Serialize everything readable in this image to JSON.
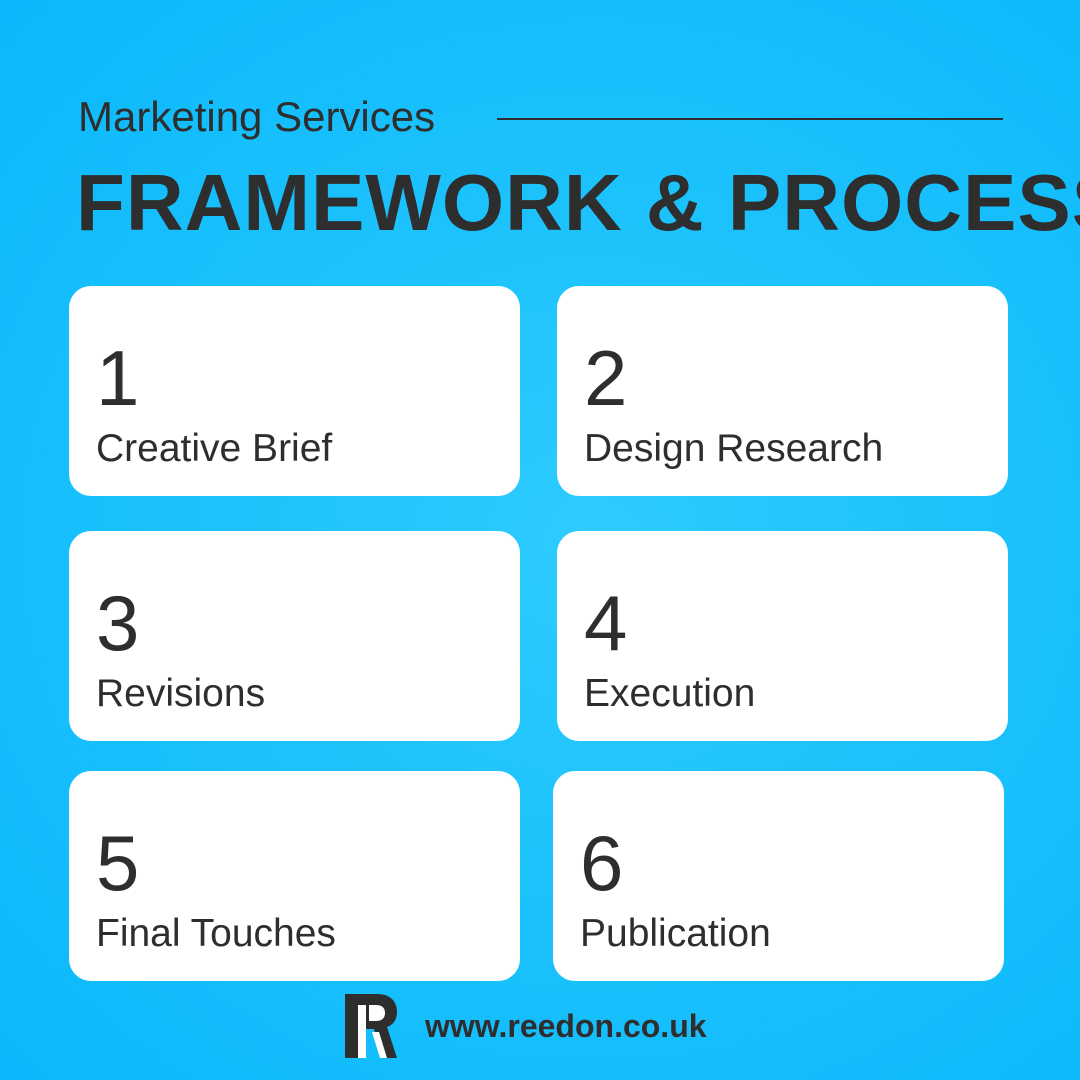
{
  "header": {
    "subtitle": "Marketing Services",
    "title": "FRAMEWORK & PROCESS"
  },
  "steps": [
    {
      "number": "1",
      "label": "Creative Brief"
    },
    {
      "number": "2",
      "label": "Design Research"
    },
    {
      "number": "3",
      "label": "Revisions"
    },
    {
      "number": "4",
      "label": "Execution"
    },
    {
      "number": "5",
      "label": "Final Touches"
    },
    {
      "number": "6",
      "label": "Publication"
    }
  ],
  "footer": {
    "logo_icon": "reedon-r-logo-icon",
    "url": "www.reedon.co.uk"
  },
  "colors": {
    "background": "#1cc2fc",
    "card": "#ffffff",
    "text": "#2e2e2e",
    "logo_accent": "#ffffff"
  }
}
